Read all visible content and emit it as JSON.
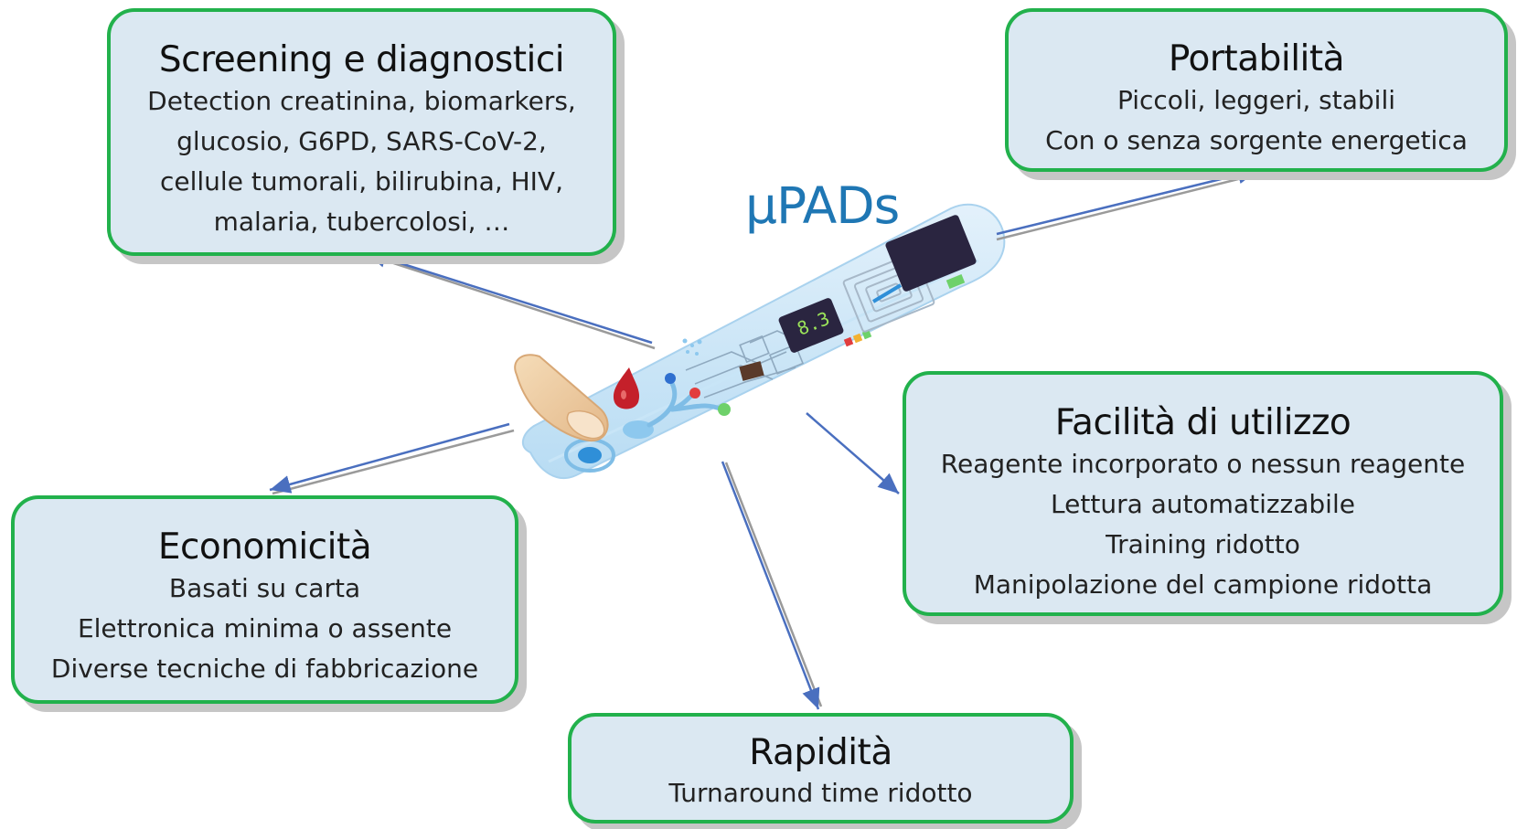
{
  "device": {
    "label": "µPADs"
  },
  "boxes": {
    "screening": {
      "title": "Screening e diagnostici",
      "lines": [
        "Detection creatinina, biomarkers,",
        "glucosio, G6PD, SARS-CoV-2,",
        "cellule tumorali, bilirubina, HIV,",
        "malaria, tubercolosi, …"
      ]
    },
    "portability": {
      "title": "Portabilità",
      "lines": [
        "Piccoli, leggeri, stabili",
        "Con o senza sorgente energetica"
      ]
    },
    "ease": {
      "title": "Facilità di utilizzo",
      "lines": [
        "Reagente incorporato o nessun reagente",
        "Lettura automatizzabile",
        "Training ridotto",
        "Manipolazione del campione ridotta"
      ]
    },
    "economy": {
      "title": "Economicità",
      "lines": [
        "Basati su carta",
        "Elettronica minima o assente",
        "Diverse tecniche di fabbricazione"
      ]
    },
    "rapidity": {
      "title": "Rapidità",
      "lines": [
        "Turnaround time ridotto"
      ]
    }
  },
  "display": {
    "reading": "8.3"
  },
  "colors": {
    "box_fill": "#dbe8f2",
    "box_border": "#22b14c",
    "label": "#1f77b4",
    "arrow_blue": "#4a6fbf",
    "arrow_gray": "#9a9a9a"
  },
  "icons": [
    "finger-icon",
    "blood-drop-icon",
    "lcd-display",
    "chip-icon",
    "battery-icon"
  ]
}
